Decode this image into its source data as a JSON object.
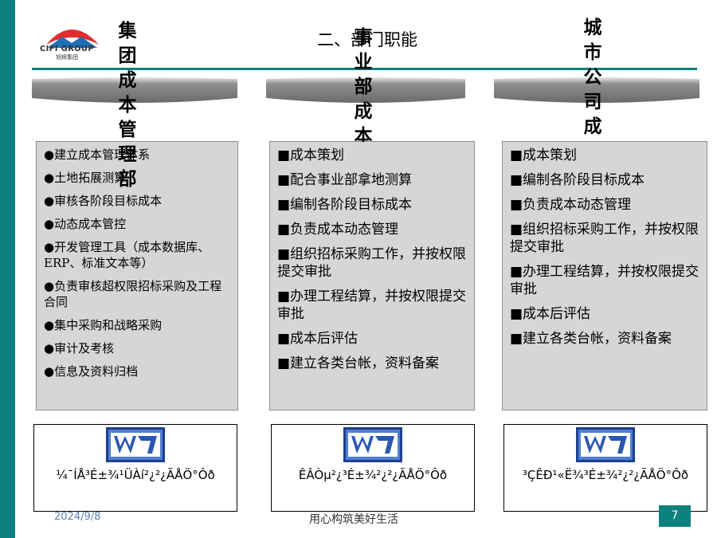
{
  "logo": {
    "company_en": "CIFI GROUP",
    "company_cn": "旭辉集团"
  },
  "slide_title": "二、部门职能",
  "vertical_labels": {
    "group": "集团成本管理部",
    "business": "事业部成本",
    "city": "城市公司成本"
  },
  "panels": {
    "group": [
      "●建立成本管理体系",
      "●土地拓展测算",
      "●审核各阶段目标成本",
      "●动态成本管控",
      "●开发管理工具（成本数据库、ERP、标准文本等）",
      "●负责审核超权限招标采购及工程合同",
      "●集中采购和战略采购",
      "●审计及考核",
      "●信息及资料归档"
    ],
    "business": [
      "■成本策划",
      "■配合事业部拿地测算",
      "■编制各阶段目标成本",
      "■负责成本动态管理",
      "■组织招标采购工作，并按权限提交审批",
      "■办理工程结算，并按权限提交审批",
      "■成本后评估",
      "■建立各类台帐，资料备案"
    ],
    "city": [
      "■成本策划",
      "■编制各阶段目标成本",
      "■负责成本动态管理",
      "■组织招标采购工作，并按权限提交审批",
      "■办理工程结算，并按权限提交审批",
      "■成本后评估",
      "■建立各类台帐，资料备案"
    ]
  },
  "doc_labels": {
    "group": "¼¯ÍÅ³É±¾¹ÜÀí²¿²¿ÃÅÖ°Ôð",
    "business": "ÊÂÒµ²¿³É±¾²¿²¿ÃÅÖ°Ôð",
    "city": "³ÇÊÐ¹«Ë¾³É±¾²¿²¿ÃÅÖ°Ôð"
  },
  "footer": {
    "date": "2024/9/8",
    "slogan": "用心构筑美好生活",
    "page": "7"
  },
  "colors": {
    "accent": "#0e8080",
    "panel_fill": "#d6d6d6",
    "banner_dark": "#707070"
  },
  "icons": {
    "doc": "word-document-icon",
    "arrow": "arrow-banner"
  }
}
